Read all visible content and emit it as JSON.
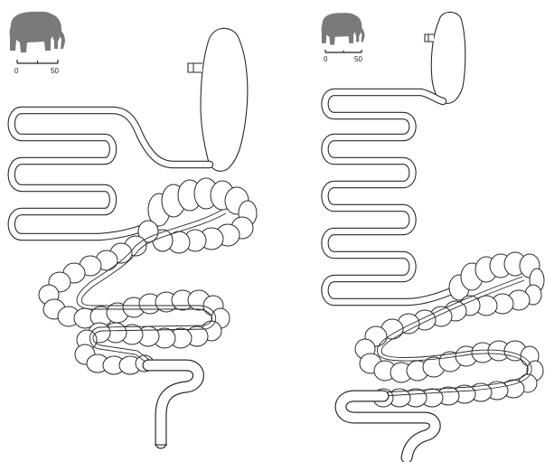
{
  "panels": [
    {
      "id": "left",
      "scale_bar": {
        "min_label": "0",
        "max_label": "50"
      }
    },
    {
      "id": "right",
      "scale_bar": {
        "min_label": "0",
        "max_label": "50"
      }
    }
  ],
  "colors": {
    "outline": "#2a2a2a",
    "fill": "#ffffff",
    "elephant": "#7a7a7a"
  },
  "icons": [
    "elephant-icon",
    "elephant-icon"
  ]
}
